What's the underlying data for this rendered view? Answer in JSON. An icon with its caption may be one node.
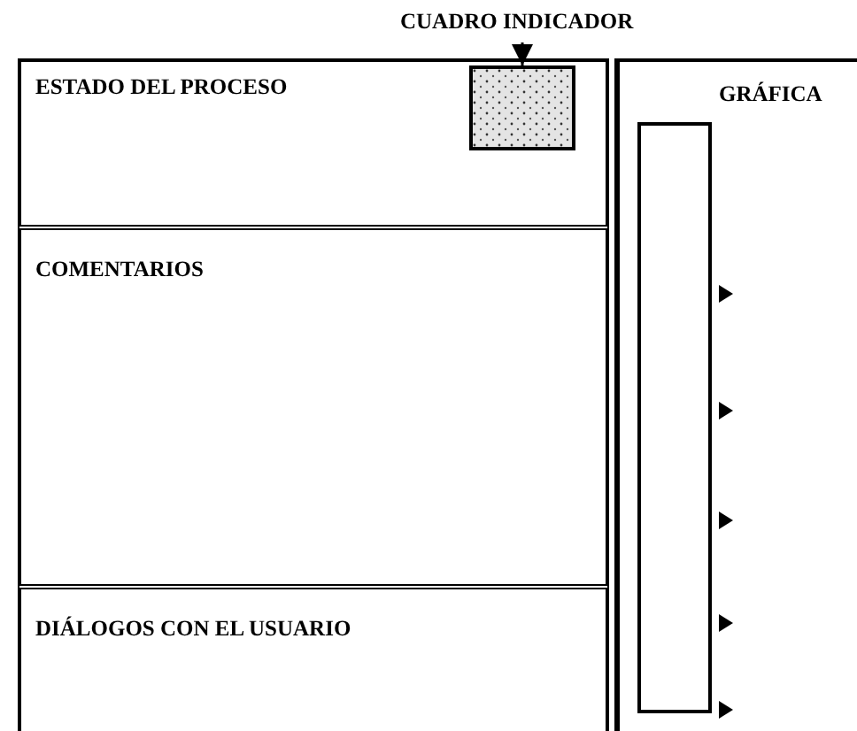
{
  "diagram": {
    "nodes": [
      {
        "text": [
          "CUADRO INDICADOR"
        ]
      },
      {
        "text": [
          "ESTADO DEL PROCESO"
        ]
      },
      {
        "text": [],
        "shape": "box",
        "in": 1
      },
      {
        "text": [
          "COMENTARIOS"
        ]
      },
      {
        "text": [
          "DIÁLOGOS CON EL USUARIO"
        ]
      },
      {
        "text": [
          "GRÁFICA"
        ]
      },
      {
        "text": [],
        "shape": "bar",
        "in": 5
      }
    ],
    "edges": [
      {
        "from": 0,
        "to": 2,
        "arrow": "to"
      }
    ]
  }
}
